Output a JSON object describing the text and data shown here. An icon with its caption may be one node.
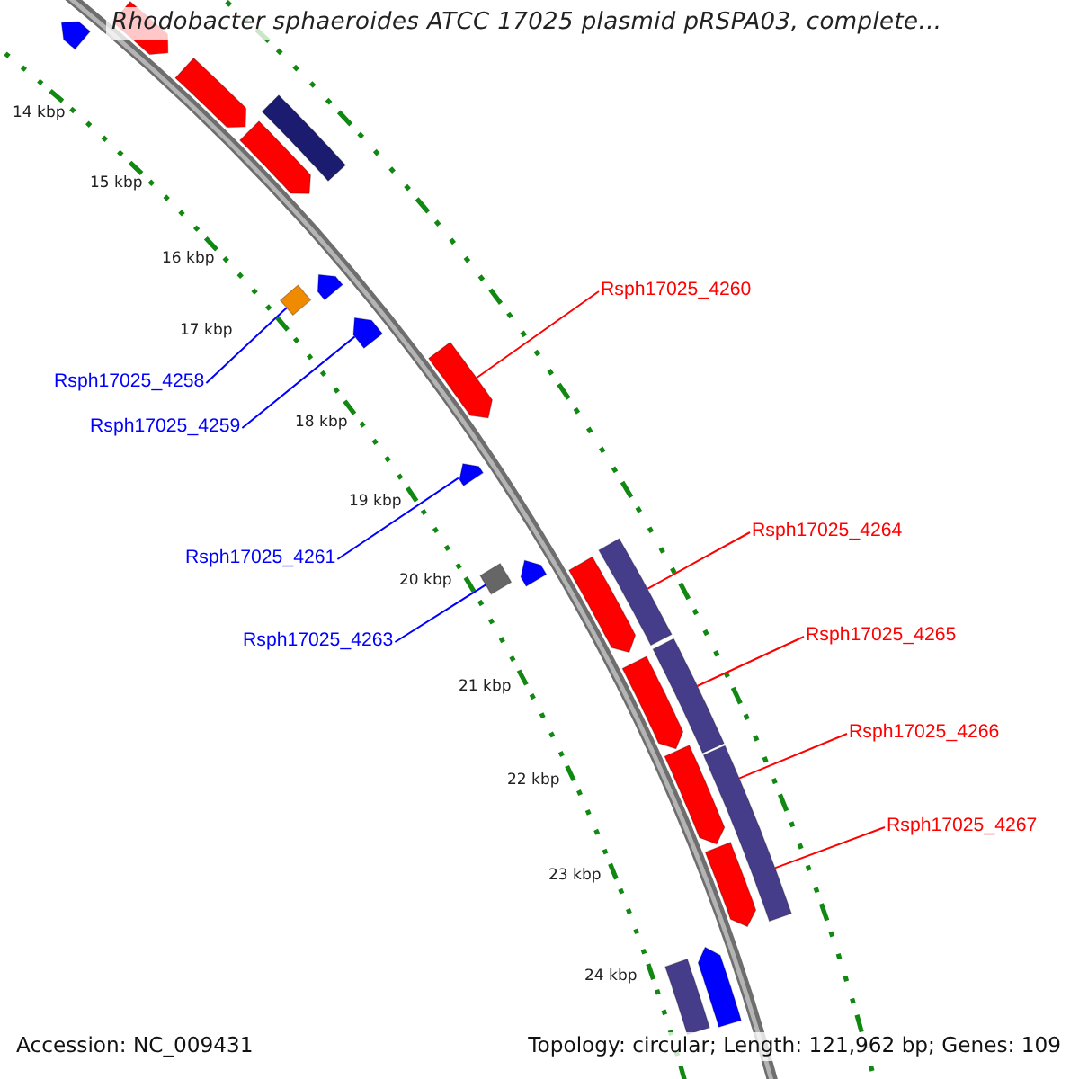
{
  "diagram": {
    "title": "Rhodobacter sphaeroides ATCC 17025 plasmid pRSPA03, complete...",
    "nodes": [
      {
        "text": [
          "Rsph17025_4258"
        ]
      },
      {
        "text": [
          "Rsph17025_4259"
        ]
      },
      {
        "text": [
          "Rsph17025_4260"
        ]
      },
      {
        "text": [
          "Rsph17025_4261"
        ]
      },
      {
        "text": [
          "Rsph17025_4263"
        ]
      },
      {
        "text": [
          "Rsph17025_4264"
        ]
      },
      {
        "text": [
          "Rsph17025_4265"
        ]
      },
      {
        "text": [
          "Rsph17025_4266"
        ]
      },
      {
        "text": [
          "Rsph17025_4267"
        ]
      },
      {
        "text": [],
        "shape": "pentagon"
      },
      {
        "text": [],
        "shape": "pentagon"
      },
      {
        "text": [],
        "shape": "pentagon"
      },
      {
        "text": [],
        "shape": "pentagon"
      },
      {
        "text": [],
        "shape": "bar"
      },
      {
        "text": [],
        "shape": "pentagon"
      },
      {
        "text": [],
        "shape": "box"
      },
      {
        "text": [],
        "shape": "pentagon"
      },
      {
        "text": [],
        "shape": "pentagon"
      },
      {
        "text": [],
        "shape": "pentagon"
      },
      {
        "text": [],
        "shape": "box"
      },
      {
        "text": [],
        "shape": "pentagon"
      },
      {
        "text": [],
        "shape": "pentagon"
      },
      {
        "text": [],
        "shape": "bar"
      },
      {
        "text": [],
        "shape": "pentagon"
      },
      {
        "text": [],
        "shape": "pentagon"
      },
      {
        "text": [],
        "shape": "pentagon"
      },
      {
        "text": [],
        "shape": "bar"
      },
      {
        "text": [],
        "shape": "bar"
      },
      {
        "text": [],
        "shape": "bar"
      },
      {
        "text": [],
        "shape": "pentagon"
      }
    ],
    "edges": [
      {
        "from": 0,
        "to": 15,
        "arrow": "none",
        "color": "#0000ff"
      },
      {
        "from": 1,
        "to": 16,
        "arrow": "none",
        "color": "#0000ff"
      },
      {
        "from": 2,
        "to": 17,
        "arrow": "none"
      },
      {
        "from": 3,
        "to": 18,
        "arrow": "none",
        "color": "#0000ff"
      },
      {
        "from": 4,
        "to": 19,
        "arrow": "none",
        "color": "#0000ff"
      },
      {
        "from": 5,
        "to": 22,
        "arrow": "none"
      },
      {
        "from": 6,
        "to": 26,
        "arrow": "none"
      },
      {
        "from": 7,
        "to": 27,
        "arrow": "none"
      },
      {
        "from": 8,
        "to": 27,
        "arrow": "none"
      }
    ],
    "labels": [
      "14 kbp",
      "15 kbp",
      "16 kbp",
      "17 kbp",
      "18 kbp",
      "19 kbp",
      "20 kbp",
      "21 kbp",
      "22 kbp",
      "23 kbp",
      "24 kbp",
      "Accession: NC_009431",
      "Topology: circular; Length: 121,962 bp; Genes: 109"
    ]
  }
}
